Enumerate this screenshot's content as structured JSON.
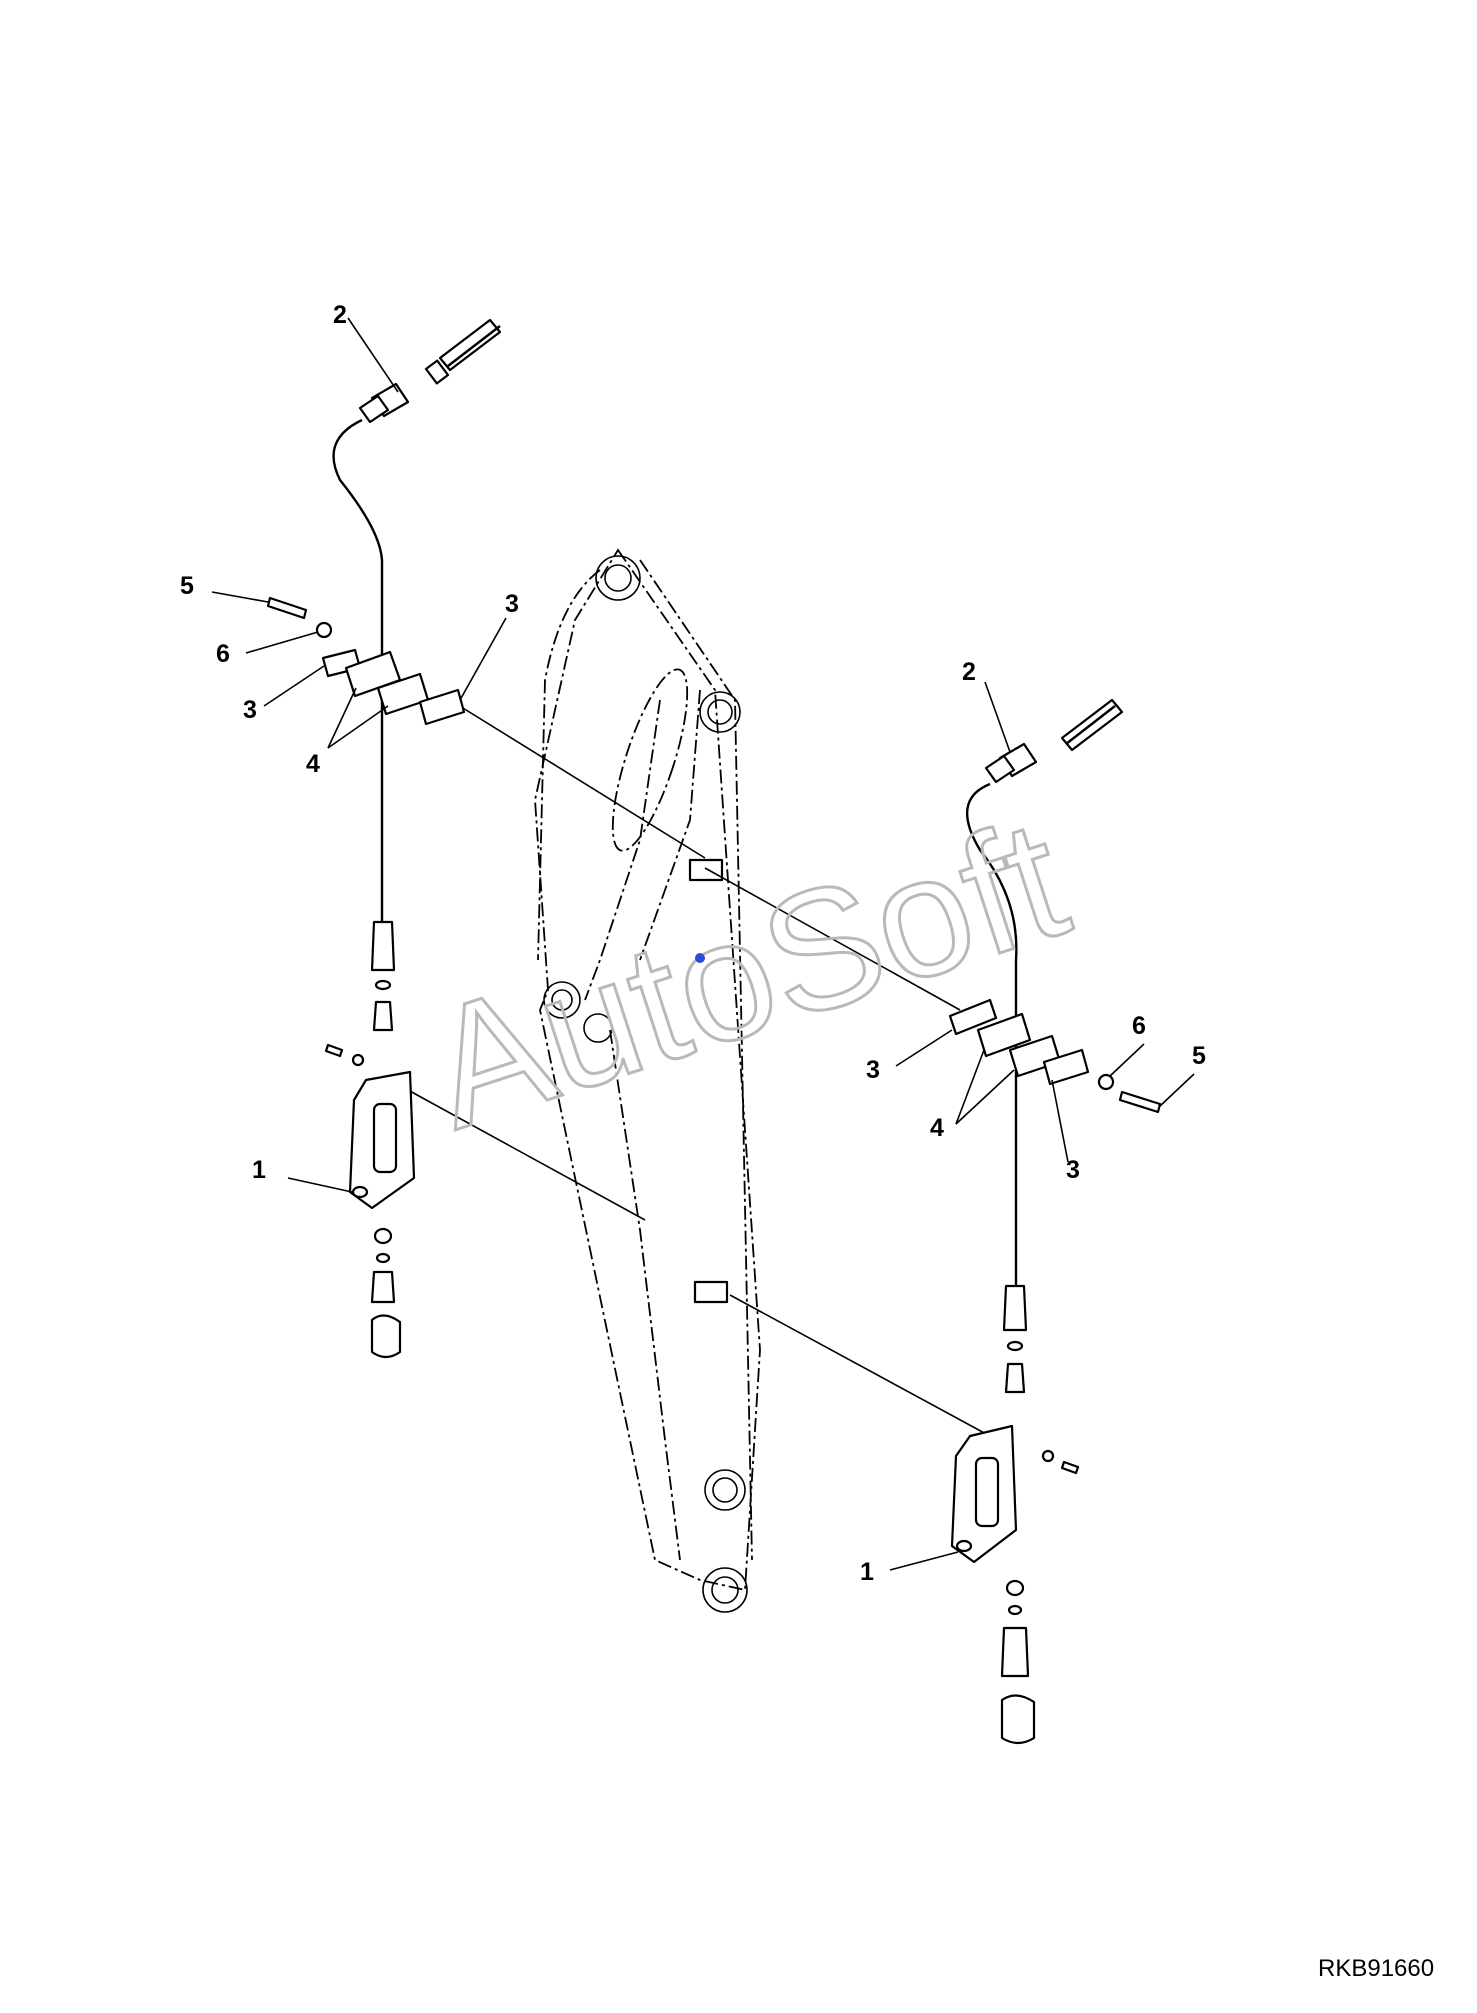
{
  "diagram": {
    "watermark_text": "AutoSoft",
    "drawing_code": "RKB91660",
    "callouts": {
      "l_bracket": "1",
      "l_sensor": "2",
      "l_plate_a": "3",
      "l_plate_b": "3",
      "l_clamp": "4",
      "l_bolt": "5",
      "l_washer": "6",
      "r_sensor": "2",
      "r_plate_a": "3",
      "r_plate_b": "3",
      "r_clamp": "4",
      "r_washer": "6",
      "r_bolt": "5",
      "r_bracket": "1"
    }
  }
}
